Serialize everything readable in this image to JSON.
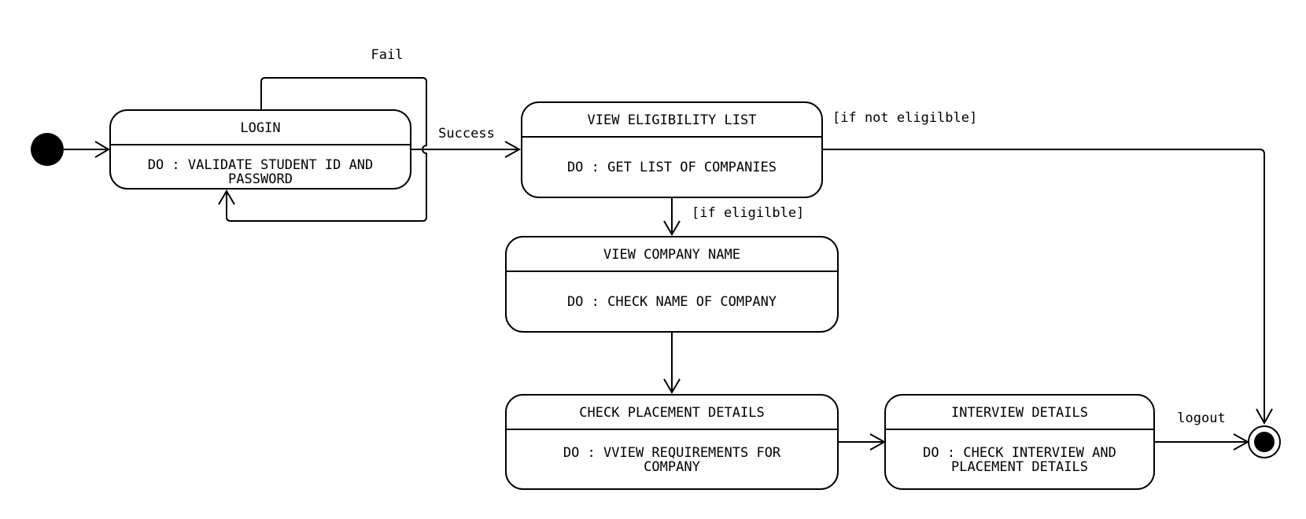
{
  "states": {
    "login": {
      "name": "LOGIN",
      "activity_line1": "DO : VALIDATE STUDENT ID AND",
      "activity_line2": "PASSWORD"
    },
    "eligibility": {
      "name": "VIEW ELIGIBILITY LIST",
      "activity_line1": "DO : GET LIST OF COMPANIES"
    },
    "company": {
      "name": "VIEW COMPANY NAME",
      "activity_line1": "DO : CHECK NAME OF COMPANY"
    },
    "placement": {
      "name": "CHECK PLACEMENT DETAILS",
      "activity_line1": "DO : VVIEW REQUIREMENTS FOR",
      "activity_line2": "COMPANY"
    },
    "interview": {
      "name": "INTERVIEW DETAILS",
      "activity_line1": "DO : CHECK INTERVIEW AND",
      "activity_line2": "PLACEMENT DETAILS"
    }
  },
  "transitions": {
    "fail": "Fail",
    "success": "Success",
    "not_eligible": "[if not eligilble]",
    "eligible": "[if eligilble]",
    "logout": "logout"
  }
}
